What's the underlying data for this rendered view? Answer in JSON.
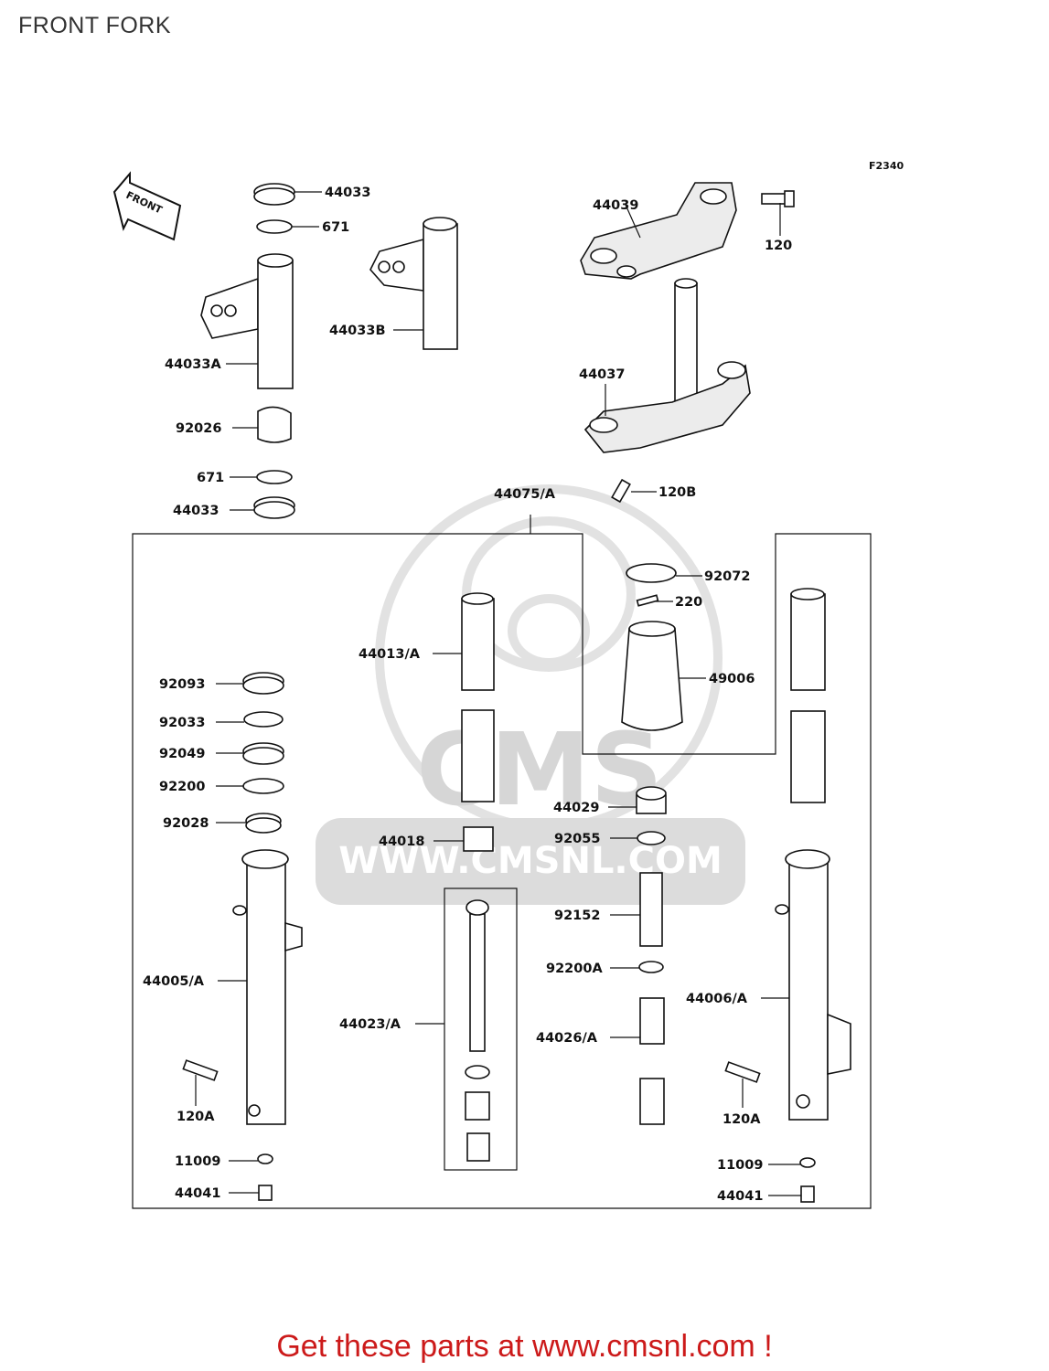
{
  "title": "FRONT FORK",
  "figure_code": "F2340",
  "front_arrow_label": "FRONT",
  "watermark": {
    "logo_text": "CMS",
    "url_text": "WWW.CMSNL.COM"
  },
  "part_labels": {
    "p44033_top": "44033",
    "p671_top": "671",
    "p44033A": "44033A",
    "p44033B": "44033B",
    "p92026": "92026",
    "p671_bottom": "671",
    "p44033_bottom": "44033",
    "p44039": "44039",
    "p120": "120",
    "p44037": "44037",
    "p120B": "120B",
    "p44075A": "44075/A",
    "p92072": "92072",
    "p220": "220",
    "p49006": "49006",
    "p44013A": "44013/A",
    "p92093": "92093",
    "p92033": "92033",
    "p92049": "92049",
    "p92200": "92200",
    "p92028": "92028",
    "p44018": "44018",
    "p44029": "44029",
    "p92055": "92055",
    "p92152": "92152",
    "p92200A": "92200A",
    "p44005A": "44005/A",
    "p44023A": "44023/A",
    "p44026A": "44026/A",
    "p44006A": "44006/A",
    "p120A_left": "120A",
    "p120A_right": "120A",
    "p11009_left": "11009",
    "p11009_right": "11009",
    "p44041_left": "44041",
    "p44041_right": "44041"
  },
  "footer": "Get these parts at www.cmsnl.com !",
  "colors": {
    "footer_text": "#cc1a1a",
    "watermark": "#dcdcdc",
    "line": "#111111"
  }
}
